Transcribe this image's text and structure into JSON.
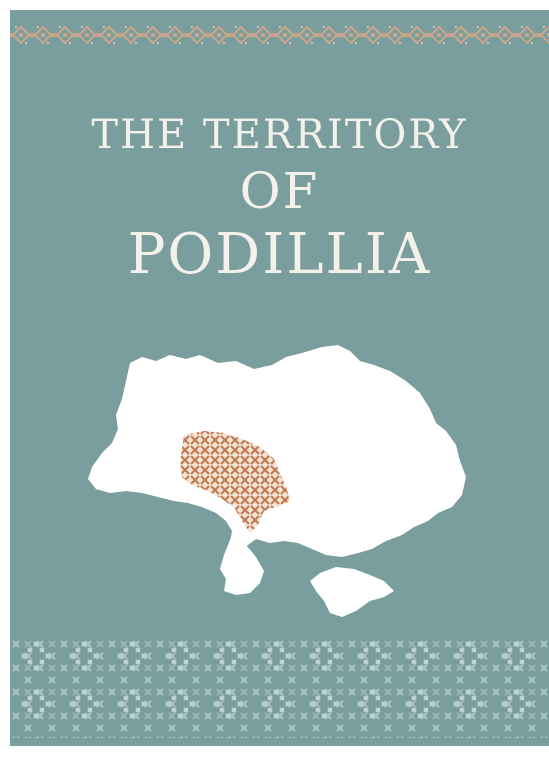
{
  "poster": {
    "title_line1": "THE TERRITORY",
    "title_line2": "OF",
    "title_line3": "PODILLIA"
  },
  "colors": {
    "background": "#7a9e9e",
    "title": "#f4f1ea",
    "map_fill": "#ffffff",
    "region_pattern": "#c07b50",
    "border_pattern": "#b7cbc9",
    "top_pattern": "#c9a689"
  },
  "icons": {
    "map": "ukraine-map-icon",
    "region": "podillia-region-icon",
    "top_border": "embroidery-band-icon",
    "bottom_border": "cross-stitch-pattern-icon"
  }
}
